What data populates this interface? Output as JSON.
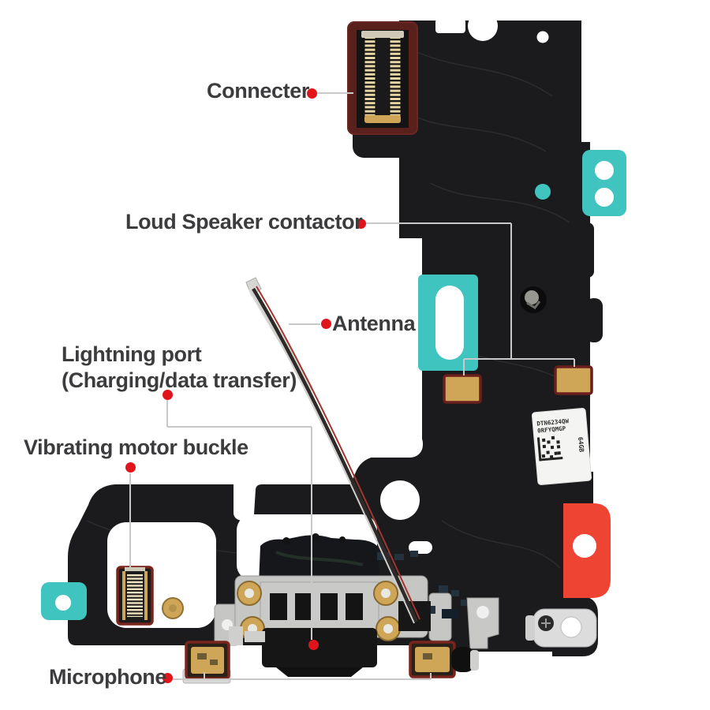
{
  "labels": {
    "connecter": "Connecter",
    "loud_speaker": "Loud Speaker contactor",
    "antenna": "Antenna",
    "lightning_line1": "Lightning port",
    "lightning_line2": "(Charging/data transfer)",
    "vibrating": "Vibrating motor buckle",
    "microphone": "Microphone"
  },
  "sticker": {
    "line1": "DTN6234QW",
    "line2": "0RFYQMGP",
    "side": "64GB"
  },
  "colors": {
    "accent_red": "#e0151b",
    "leader_gray": "#c9c9c9",
    "label_text": "#3c3c3e",
    "flex_black": "#1b1b1d",
    "teal": "#3fc4bf",
    "tab_red": "#ee4433",
    "gold": "#cfa557",
    "connector_maroon": "#5a201c",
    "metal_silver": "#c6c6c4",
    "sticker_white": "#f4f4f2"
  }
}
